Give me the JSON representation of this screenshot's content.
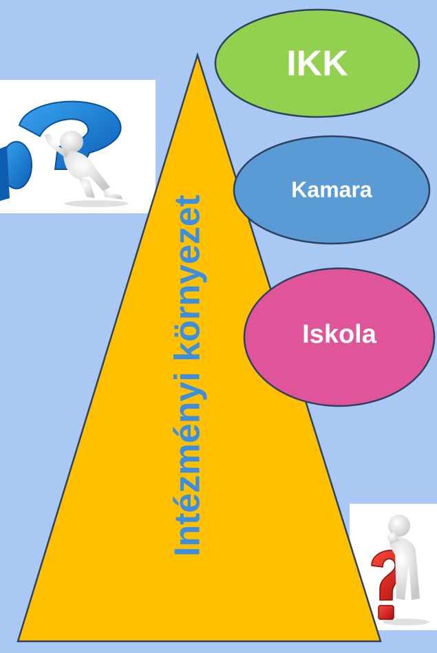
{
  "diagram": {
    "triangle_label": "Intézményi környezet",
    "nodes": [
      {
        "id": "ikk",
        "label": "IKK",
        "color": "#92d050"
      },
      {
        "id": "kamara",
        "label": "Kamara",
        "color": "#5b9bd5"
      },
      {
        "id": "iskola",
        "label": "Iskola",
        "color": "#e0559a"
      }
    ],
    "triangle_color": "#ffc000",
    "background_color": "#a9c8f4"
  },
  "images": [
    {
      "id": "figure-pushing-question-mark",
      "icon": "question-mark-blue-figure"
    },
    {
      "id": "figure-thinking-question-mark",
      "icon": "question-mark-red-figure"
    }
  ]
}
